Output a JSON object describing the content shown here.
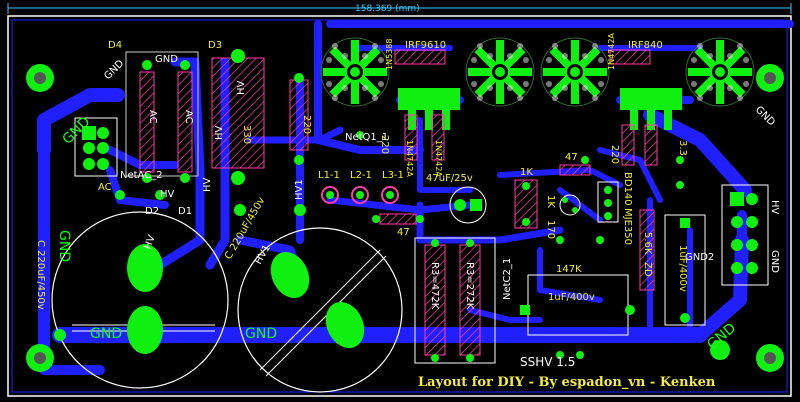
{
  "dimension": "158.369 (mm)",
  "title": "Layout for DIY - By espadon_vn - Kenken",
  "board_name": "SSHV 1.5",
  "colors": {
    "bg": "#000000",
    "copper": "#1f1fff",
    "pad": "#10f010",
    "silk": "#f2ec3a",
    "hatch": "#ff3ca8",
    "outline": "#ffffff"
  },
  "labels": {
    "d4": "D4",
    "d3": "D3",
    "gnd_top": "GND",
    "gnd_d4": "GND",
    "hv_d3": "HV",
    "hv_d3b": "HV",
    "r330": "330",
    "r220v": "220",
    "hv_left": "HV",
    "hv1_left": "HV1",
    "ac_a": "AC",
    "ac_b": "AC",
    "net_ac": "NetAC_2",
    "ac_bottom": "AC",
    "hv_d2": "HV",
    "d2": "D2",
    "d1": "D1",
    "gnd_left1": "GND",
    "gnd_left2": "GND",
    "c_left": "C 220uF/450v",
    "c_mid": "C 220uF/450v",
    "gnd_bottom": "GND",
    "gnd_bottom2": "GND",
    "hv_cap": "HV",
    "hv1_cap": "HV1",
    "irf9610": "IRF9610",
    "irf840": "IRF840",
    "in5388": "1N5388",
    "in4742a_a": "1N4742A",
    "in4742a_b": "1N4742A",
    "in4742a_c": "1N4742A",
    "netq1": "NetQ1_1",
    "r220a": "220",
    "l1": "L1-1",
    "l2": "L2-1",
    "l3": "L3-1",
    "cap47": "47uF/25v",
    "r47a": "47",
    "r47b": "47",
    "r1k": "1K",
    "r1k_b": "1K",
    "r170": "170",
    "r220b": "220",
    "bd140": "BD140",
    "mje350": "MJE350",
    "r33": "3.3",
    "r147k": "147K",
    "r56k": "5.6K",
    "zd": "ZD",
    "r3_472k": "R3=472K",
    "r3_272k": "R3=272K",
    "netc2": "NetC2_1",
    "c1uf_a": "1uF/400v",
    "c1uf_b": "1uF/400v",
    "gnd2": "GND2",
    "gnd_right": "GND",
    "hv_right": "HV",
    "gnd_right2": "GND",
    "gnd_right3": "GND"
  }
}
